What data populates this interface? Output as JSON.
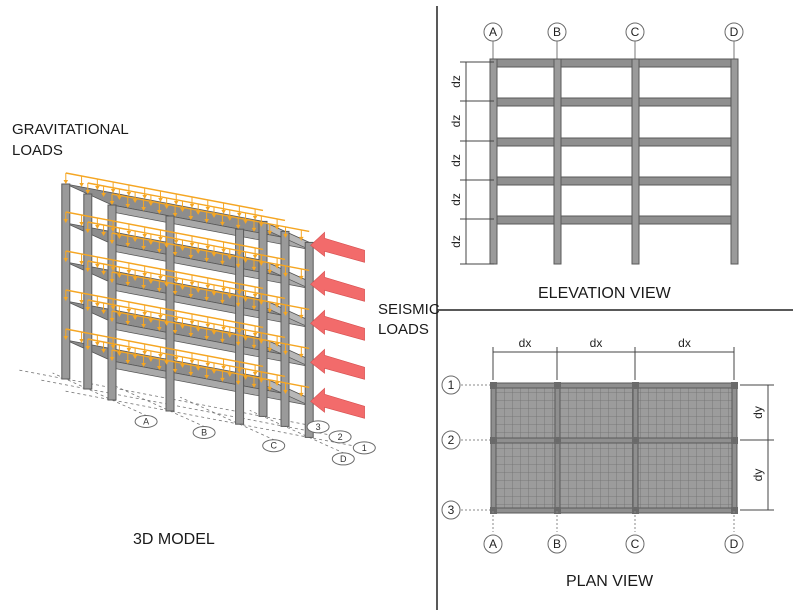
{
  "model3d": {
    "caption": "3D MODEL",
    "gravity_label_line1": "GRAVITATIONAL",
    "gravity_label_line2": "LOADS",
    "seismic_label_line1": "SEISMIC",
    "seismic_label_line2": "LOADS",
    "grid_letters": [
      "A",
      "B",
      "C",
      "D"
    ],
    "grid_numbers": [
      "1",
      "2",
      "3"
    ],
    "storeys": 5,
    "load_color": "#f5a623",
    "seismic_color": "#f26b6b"
  },
  "elevation": {
    "caption": "ELEVATION VIEW",
    "grid_labels": [
      "A",
      "B",
      "C",
      "D"
    ],
    "storey_dim_labels": [
      "dz",
      "dz",
      "dz",
      "dz",
      "dz"
    ]
  },
  "plan": {
    "caption": "PLAN VIEW",
    "grid_letters": [
      "A",
      "B",
      "C",
      "D"
    ],
    "grid_numbers": [
      "1",
      "2",
      "3"
    ],
    "x_dim_labels": [
      "dx",
      "dx",
      "dx"
    ],
    "y_dim_labels": [
      "dy",
      "dy"
    ]
  }
}
